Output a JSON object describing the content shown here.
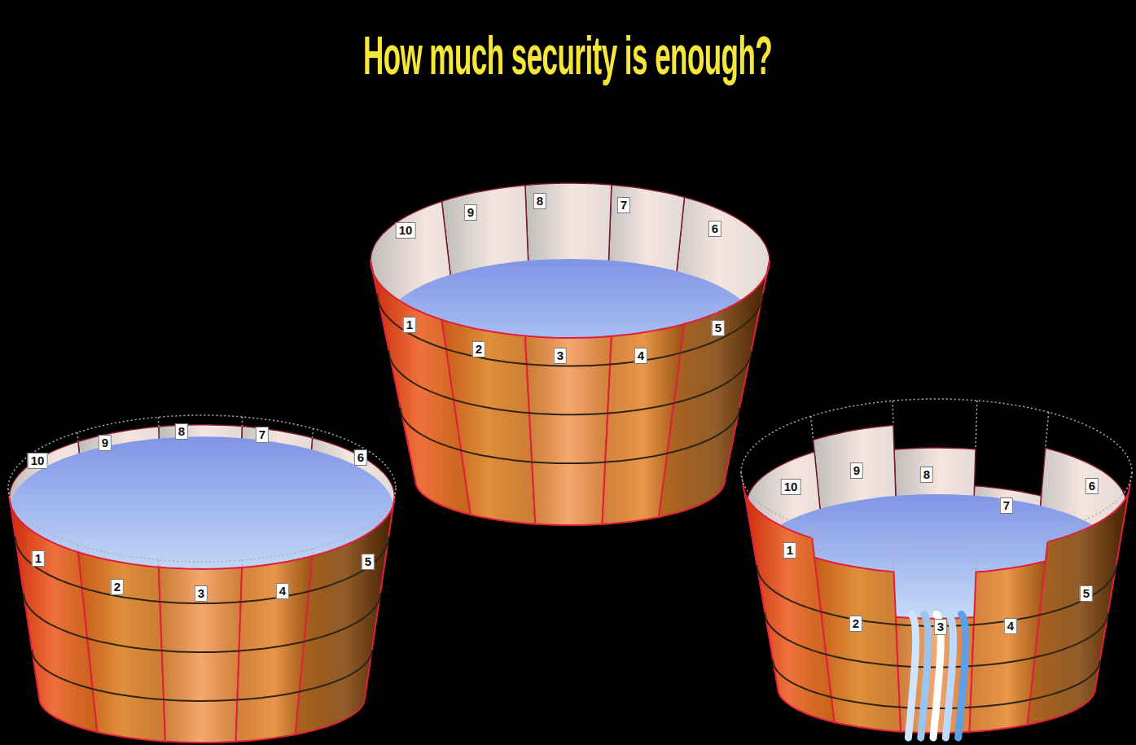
{
  "diagram": {
    "title": "How much security is enough?",
    "labels": [
      "1",
      "2",
      "3",
      "4",
      "5",
      "6",
      "7",
      "8",
      "9",
      "10",
      "1",
      "2",
      "3",
      "4",
      "5",
      "6",
      "7",
      "8",
      "9",
      "10",
      "1",
      "2",
      "3",
      "4",
      "5",
      "6",
      "7",
      "8",
      "9",
      "10"
    ]
  }
}
